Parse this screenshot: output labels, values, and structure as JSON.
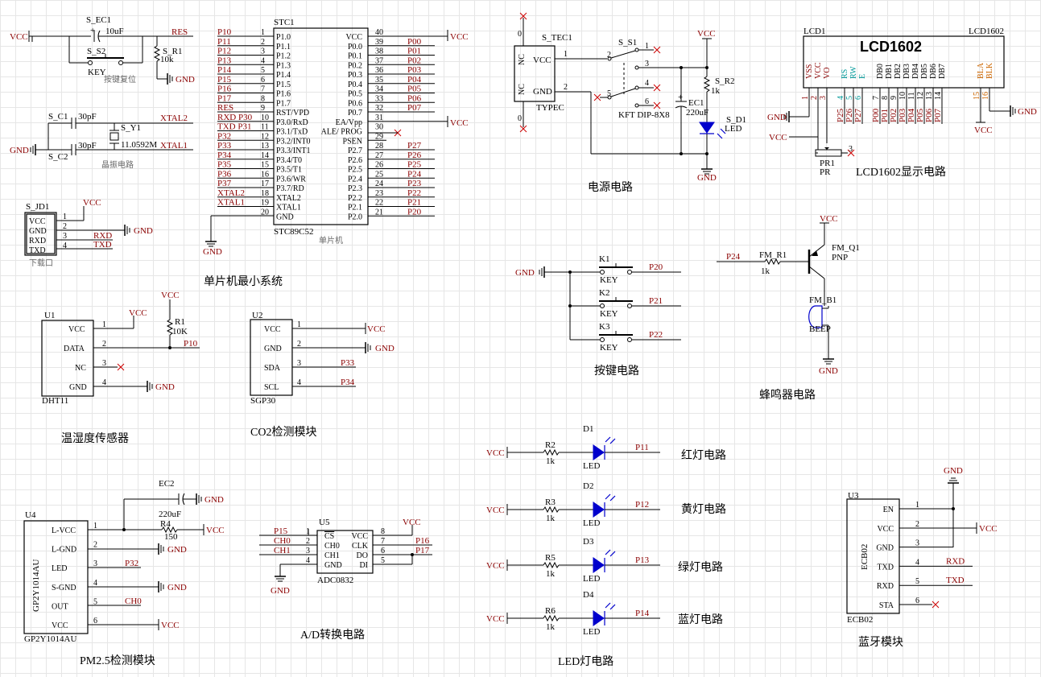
{
  "titles": {
    "mcu": "单片机最小系统",
    "dht": "温湿度传感器",
    "co2": "CO2检测模块",
    "pm25": "PM2.5检测模块",
    "adc": "A/D转换电路",
    "power": "电源电路",
    "lcd": "LCD1602显示电路",
    "keys": "按键电路",
    "buzzer": "蜂鸣器电路",
    "led": "LED灯电路",
    "bt": "蓝牙模块",
    "red": "红灯电路",
    "yellow": "黄灯电路",
    "green": "绿灯电路",
    "blue": "蓝灯电路",
    "reset_note": "按键复位",
    "crystal_note": "晶振电路",
    "download_note": "下载口",
    "mcu_note": "单片机"
  },
  "nets": {
    "vcc": "VCC",
    "gnd": "GND",
    "res": "RES",
    "xtal1": "XTAL1",
    "xtal2": "XTAL2",
    "rxd": "RXD",
    "txd": "TXD"
  },
  "reset": {
    "cap": "S_EC1",
    "cap_val": "10uF",
    "switch": "S_S2",
    "switch_val": "KEY",
    "res": "S_R1",
    "res_val": "10k"
  },
  "crystal": {
    "c1": "S_C1",
    "c2": "S_C2",
    "c_val": "30pF",
    "y": "S_Y1",
    "y_val": "11.0592M"
  },
  "download": {
    "ref": "S_JD1",
    "pins": [
      "VCC",
      "GND",
      "RXD",
      "TXD"
    ]
  },
  "mcu": {
    "ref": "STC1",
    "part": "STC89C52",
    "left": [
      {
        "net": "P10",
        "num": "1",
        "name": "P1.0"
      },
      {
        "net": "P11",
        "num": "2",
        "name": "P1.1"
      },
      {
        "net": "P12",
        "num": "3",
        "name": "P1.2"
      },
      {
        "net": "P13",
        "num": "4",
        "name": "P1.3"
      },
      {
        "net": "P14",
        "num": "5",
        "name": "P1.4"
      },
      {
        "net": "P15",
        "num": "6",
        "name": "P1.5"
      },
      {
        "net": "P16",
        "num": "7",
        "name": "P1.6"
      },
      {
        "net": "P17",
        "num": "8",
        "name": "P1.7"
      },
      {
        "net": "RES",
        "num": "9",
        "name": "RST/VPD"
      },
      {
        "net": "RXD P30",
        "num": "10",
        "name": "P3.0/RxD"
      },
      {
        "net": "TXD P31",
        "num": "11",
        "name": "P3.1/TxD"
      },
      {
        "net": "P32",
        "num": "12",
        "name": "P3.2/INT0"
      },
      {
        "net": "P33",
        "num": "13",
        "name": "P3.3/INT1"
      },
      {
        "net": "P34",
        "num": "14",
        "name": "P3.4/T0"
      },
      {
        "net": "P35",
        "num": "15",
        "name": "P3.5/T1"
      },
      {
        "net": "P36",
        "num": "16",
        "name": "P3.6/WR"
      },
      {
        "net": "P37",
        "num": "17",
        "name": "P3.7/RD"
      },
      {
        "net": "XTAL2",
        "num": "18",
        "name": "XTAL2"
      },
      {
        "net": "XTAL1",
        "num": "19",
        "name": "XTAL1"
      },
      {
        "net": "",
        "num": "20",
        "name": "GND"
      }
    ],
    "right": [
      {
        "net": "VCC",
        "num": "40",
        "name": "VCC"
      },
      {
        "net": "P00",
        "num": "39",
        "name": "P0.0"
      },
      {
        "net": "P01",
        "num": "38",
        "name": "P0.1"
      },
      {
        "net": "P02",
        "num": "37",
        "name": "P0.2"
      },
      {
        "net": "P03",
        "num": "36",
        "name": "P0.3"
      },
      {
        "net": "P04",
        "num": "35",
        "name": "P0.4"
      },
      {
        "net": "P05",
        "num": "34",
        "name": "P0.5"
      },
      {
        "net": "P06",
        "num": "33",
        "name": "P0.6"
      },
      {
        "net": "P07",
        "num": "32",
        "name": "P0.7"
      },
      {
        "net": "VCC",
        "num": "31",
        "name": "EA/Vpp"
      },
      {
        "net": "",
        "num": "30",
        "name": "ALE/ PROG"
      },
      {
        "net": "",
        "num": "29",
        "name": "PSEN"
      },
      {
        "net": "P27",
        "num": "28",
        "name": "P2.7"
      },
      {
        "net": "P26",
        "num": "27",
        "name": "P2.6"
      },
      {
        "net": "P25",
        "num": "26",
        "name": "P2.5"
      },
      {
        "net": "P24",
        "num": "25",
        "name": "P2.4"
      },
      {
        "net": "P23",
        "num": "24",
        "name": "P2.3"
      },
      {
        "net": "P22",
        "num": "23",
        "name": "P2.2"
      },
      {
        "net": "P21",
        "num": "22",
        "name": "P2.1"
      },
      {
        "net": "P20",
        "num": "21",
        "name": "P2.0"
      }
    ]
  },
  "dht": {
    "ref": "U1",
    "part": "DHT11",
    "pins": [
      "VCC",
      "DATA",
      "NC",
      "GND"
    ],
    "nums": [
      "1",
      "2",
      "3",
      "4"
    ],
    "res": "R1",
    "res_val": "10K",
    "net": "P10"
  },
  "co2": {
    "ref": "U2",
    "part": "SGP30",
    "pins": [
      "VCC",
      "GND",
      "SDA",
      "SCL"
    ],
    "nums": [
      "1",
      "2",
      "3",
      "4"
    ],
    "sda": "P33",
    "scl": "P34"
  },
  "pm25": {
    "ref": "U4",
    "part": "GP2Y1014AU",
    "part_vertical": "GP2Y1014AU",
    "pins": [
      "L-VCC",
      "L-GND",
      "LED",
      "S-GND",
      "OUT",
      "VCC"
    ],
    "nums": [
      "1",
      "2",
      "3",
      "4",
      "5",
      "6"
    ],
    "cap": "EC2",
    "cap_val": "220uF",
    "res": "R4",
    "res_val": "150",
    "led_net": "P32",
    "out_net": "CH0"
  },
  "adc": {
    "ref": "U5",
    "part": "ADC0832",
    "left_pins": [
      "CS",
      "CH0",
      "CH1",
      "GND"
    ],
    "left_nums": [
      "1",
      "2",
      "3",
      "4"
    ],
    "left_nets": [
      "P15",
      "CH0",
      "CH1",
      ""
    ],
    "right_pins": [
      "VCC",
      "CLK",
      "DO",
      "DI"
    ],
    "right_nums": [
      "8",
      "7",
      "6",
      "5"
    ],
    "right_nets": [
      "",
      "P16",
      "P17",
      ""
    ]
  },
  "power": {
    "ref": "S_TEC1",
    "part": "TYPEC",
    "pins": [
      "NC",
      "VCC",
      "NC",
      "GND"
    ],
    "nums": [
      "0",
      "1",
      "0",
      "2"
    ],
    "switch": "S_S1",
    "switch_part": "KFT DIP-8X8",
    "sw_nums": [
      "2",
      "1",
      "3",
      "5",
      "4",
      "6"
    ],
    "cap": "EC1",
    "cap_val": "220uF",
    "res": "S_R2",
    "res_val": "1k",
    "led": "S_D1",
    "led_val": "LED"
  },
  "lcd": {
    "ref": "LCD1",
    "part": "LCD1602",
    "title": "LCD1602",
    "pins": [
      "VSS",
      "VCC",
      "VO",
      "RS",
      "RW",
      "E",
      "DB0",
      "DB1",
      "DB2",
      "DB3",
      "DB4",
      "DB5",
      "DB6",
      "DB7",
      "BLA",
      "BLK"
    ],
    "nums": [
      "1",
      "2",
      "3",
      "4",
      "5",
      "6",
      "7",
      "8",
      "9",
      "10",
      "11",
      "12",
      "13",
      "14",
      "15",
      "16"
    ],
    "nets": [
      "",
      "",
      "",
      "P25",
      "P26",
      "P27",
      "P00",
      "P01",
      "P02",
      "P03",
      "P04",
      "P05",
      "P06",
      "P07",
      "",
      ""
    ],
    "pot": "PR1",
    "pot_val": "PR"
  },
  "keys": {
    "refs": [
      "K1",
      "K2",
      "K3"
    ],
    "val": "KEY",
    "nets": [
      "P20",
      "P21",
      "P22"
    ]
  },
  "buzzer": {
    "res": "FM_R1",
    "res_val": "1k",
    "transistor": "FM_Q1",
    "transistor_type": "PNP",
    "buzzer": "FM_B1",
    "buzzer_val": "BEEP",
    "net": "P24"
  },
  "leds": [
    {
      "res": "R2",
      "res_val": "1k",
      "led": "D1",
      "led_val": "LED",
      "net": "P11"
    },
    {
      "res": "R3",
      "res_val": "1k",
      "led": "D2",
      "led_val": "LED",
      "net": "P12"
    },
    {
      "res": "R5",
      "res_val": "1k",
      "led": "D3",
      "led_val": "LED",
      "net": "P13"
    },
    {
      "res": "R6",
      "res_val": "1k",
      "led": "D4",
      "led_val": "LED",
      "net": "P14"
    }
  ],
  "bt": {
    "ref": "U3",
    "part": "ECB02",
    "part_vertical": "ECB02",
    "pins": [
      "EN",
      "VCC",
      "GND",
      "TXD",
      "RXD",
      "STA"
    ],
    "nums": [
      "1",
      "2",
      "3",
      "4",
      "5",
      "6"
    ],
    "nets": [
      "",
      "VCC",
      "",
      "RXD",
      "TXD",
      ""
    ]
  }
}
